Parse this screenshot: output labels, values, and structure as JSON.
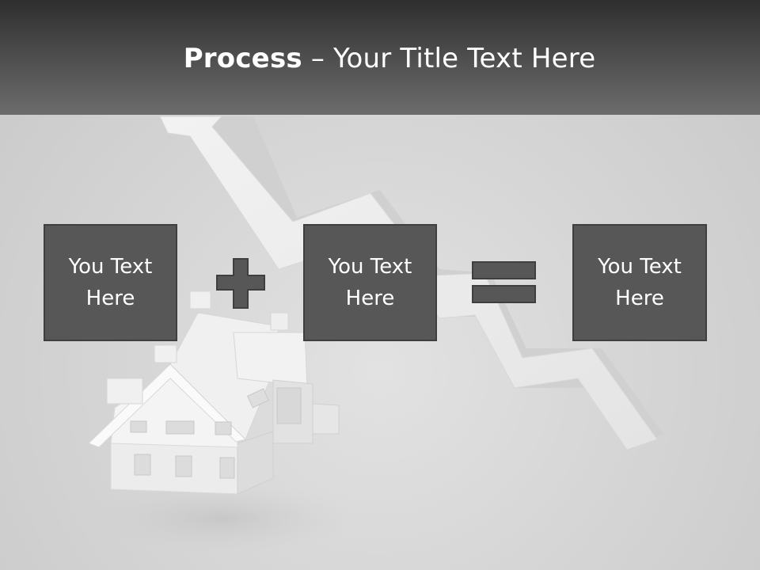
{
  "title": {
    "bold": "Process",
    "rest": " – Your Title Text Here"
  },
  "boxes": [
    {
      "text": "You Text Here"
    },
    {
      "text": "You Text Here"
    },
    {
      "text": "You Text Here"
    }
  ],
  "operators": [
    "plus-icon",
    "equals-icon"
  ],
  "colors": {
    "header_top": "#2e2e2e",
    "header_bottom": "#6c6c6c",
    "box_fill": "#575757",
    "box_border": "#3f3f3f",
    "operator_fill": "#575757"
  }
}
